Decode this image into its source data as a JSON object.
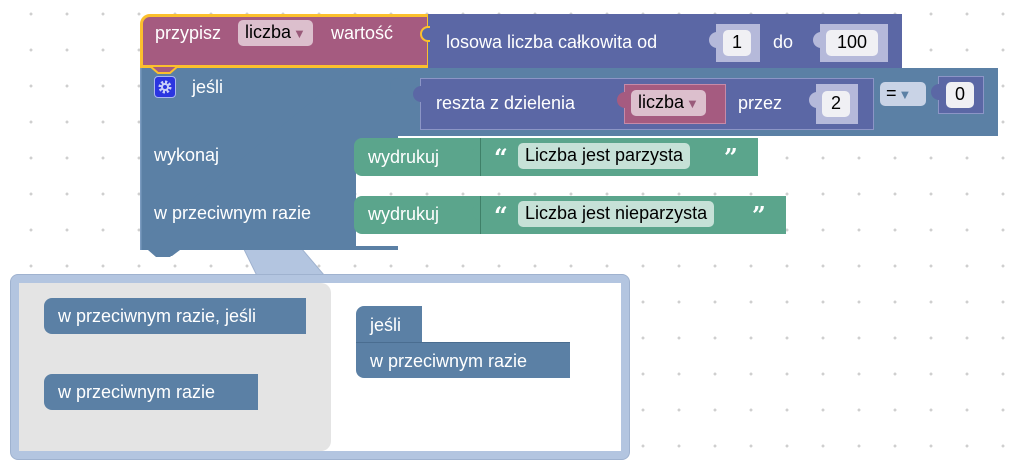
{
  "colors": {
    "variables": "#a55b80",
    "math": "#5b67a5",
    "logic": "#5b80a5",
    "text": "#5ba58c",
    "selection": "#fbc02d",
    "mutator_bubble": "#b3c5e0",
    "mutator_flyout": "#e4e4e4",
    "grid_dot": "#cfcfcf"
  },
  "workspace": {
    "set_block": {
      "label_prefix": "przypisz",
      "variable": "liczba",
      "dropdown_arrow": "▼",
      "label_suffix": "wartość",
      "selected": true
    },
    "random_int_block": {
      "label": "losowa liczba całkowita od",
      "from_value": "1",
      "to_label": "do",
      "to_value": "100"
    },
    "if_else_block": {
      "mutator_icon": "gear-icon",
      "if_label": "jeśli",
      "do_label": "wykonaj",
      "else_label": "w przeciwnym razie"
    },
    "compare_block": {
      "operator": "=",
      "operator_arrow": "▼",
      "right_value": "0"
    },
    "modulo_block": {
      "label": "reszta z dzielenia",
      "variable": "liczba",
      "variable_arrow": "▼",
      "by_label": "przez",
      "divisor": "2"
    },
    "print_blocks": [
      {
        "label": "wydrukuj",
        "open_quote": "“",
        "text": "Liczba jest parzysta",
        "close_quote": "”"
      },
      {
        "label": "wydrukuj",
        "open_quote": "“",
        "text": "Liczba jest nieparzysta",
        "close_quote": "”"
      }
    ]
  },
  "mutator": {
    "flyout_items": [
      {
        "label": "w przeciwnym razie, jeśli"
      },
      {
        "label": "w przeciwnym razie"
      }
    ],
    "workspace": {
      "if_label": "jeśli",
      "else_label": "w przeciwnym razie"
    }
  }
}
